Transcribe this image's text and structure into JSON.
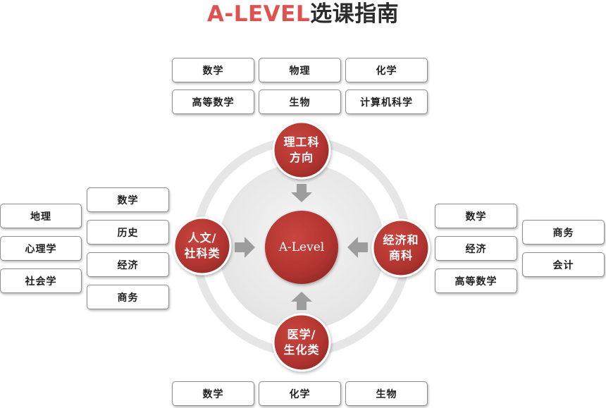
{
  "title": {
    "part_a": "A-LEVEL",
    "part_b": "选课指南"
  },
  "center": {
    "label": "A-Level"
  },
  "nodes": {
    "top": "理工科\n方向",
    "left": "人文/\n社科类",
    "right": "经济和\n商科",
    "bottom": "医学/\n生化类"
  },
  "top_courses": [
    "数学",
    "物理",
    "化学",
    "高等数学",
    "生物",
    "计算机科学"
  ],
  "left_courses_inner": [
    "数学",
    "历史",
    "经济",
    "商务"
  ],
  "left_courses_outer": [
    "地理",
    "心理学",
    "社会学"
  ],
  "right_courses_inner": [
    "数学",
    "经济",
    "高等数学"
  ],
  "right_courses_outer": [
    "商务",
    "会计"
  ],
  "bottom_courses": [
    "数学",
    "化学",
    "生物"
  ],
  "colors": {
    "node_red": "#b63532",
    "title_red": "#e0524f",
    "ring_gray": "#e4e4e4",
    "arrow_gray": "#9a9a9a"
  }
}
